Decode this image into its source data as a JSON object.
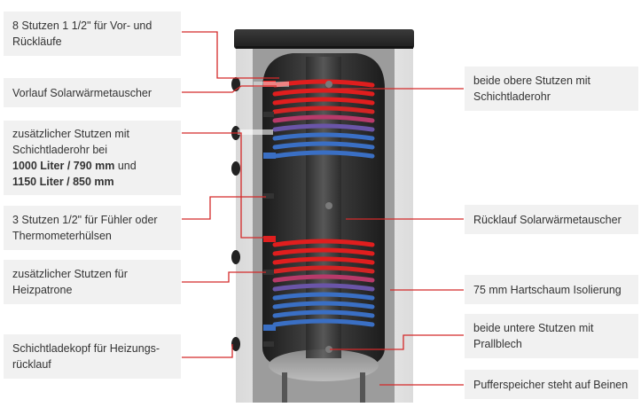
{
  "colors": {
    "callout_line": "#d42a2a",
    "label_bg": "#f1f1f1",
    "label_text": "#333333",
    "hot_coil": "#e01e1e",
    "cold_coil": "#3a6fc4",
    "insulation": "#eeeeee",
    "tank_body": "#2e2e2e"
  },
  "labels": {
    "left": [
      {
        "lines": [
          {
            "text": "8 Stutzen 1 1/2\" für Vor- und"
          },
          {
            "text": "Rückläufe"
          }
        ]
      },
      {
        "lines": [
          {
            "text": "Vorlauf Solarwärmetauscher"
          }
        ]
      },
      {
        "lines": [
          {
            "text": "zusätzlicher Stutzen mit"
          },
          {
            "text": "Schichtladerohr bei"
          },
          {
            "bold": "1000 Liter / 790 mm",
            "text": " und"
          },
          {
            "bold": "1150 Liter / 850 mm"
          }
        ]
      },
      {
        "lines": [
          {
            "text": "3 Stutzen 1/2\" für Fühler oder"
          },
          {
            "text": "Thermometerhülsen"
          }
        ]
      },
      {
        "lines": [
          {
            "text": "zusätzlicher Stutzen für"
          },
          {
            "text": "Heizpatrone"
          }
        ]
      },
      {
        "lines": [
          {
            "text": "Schichtladekopf für Heizungs-"
          },
          {
            "text": "rücklauf"
          }
        ]
      }
    ],
    "right": [
      {
        "lines": [
          {
            "text": "beide obere Stutzen mit"
          },
          {
            "text": "Schichtladerohr"
          }
        ]
      },
      {
        "lines": [
          {
            "text": "Rücklauf Solarwärmetauscher"
          }
        ]
      },
      {
        "lines": [
          {
            "text": "75 mm Hartschaum Isolierung"
          }
        ]
      },
      {
        "lines": [
          {
            "text": "beide untere Stutzen mit"
          },
          {
            "text": "Prallblech"
          }
        ]
      },
      {
        "lines": [
          {
            "text": "Pufferspeicher steht auf Beinen"
          }
        ]
      }
    ]
  }
}
